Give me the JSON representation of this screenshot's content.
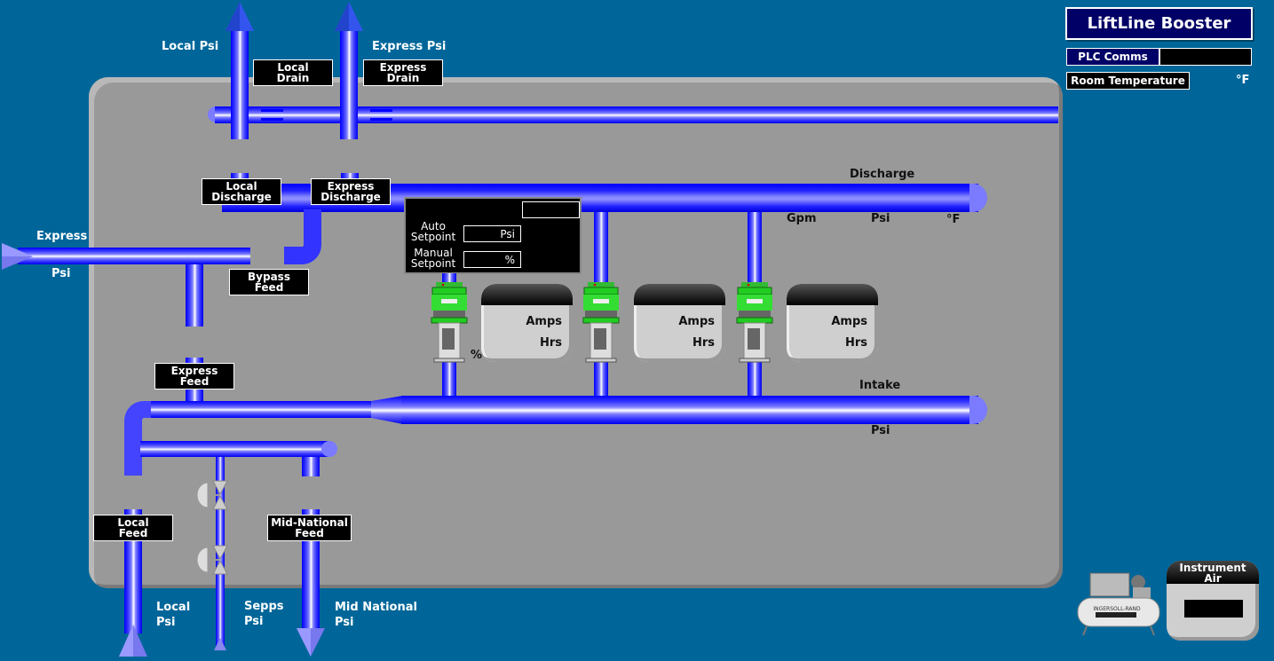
{
  "header": {
    "title": "LiftLine Booster",
    "plc_comms_label": "PLC Comms",
    "plc_comms_value": "",
    "room_temp_label": "Room Temperature",
    "room_temp_unit": "°F"
  },
  "outlets": {
    "local_psi": "Local Psi",
    "express_psi": "Express Psi",
    "express_side_top": "Express",
    "express_side_bottom": "Psi"
  },
  "valves": {
    "local_drain": "Local\nDrain",
    "express_drain": "Express\nDrain",
    "local_discharge": "Local\nDischarge",
    "express_discharge": "Express\nDischarge",
    "bypass_feed": "Bypass\nFeed",
    "express_feed": "Express\nFeed",
    "local_feed": "Local\nFeed",
    "mid_national_feed": "Mid-National\nFeed"
  },
  "discharge": {
    "title": "Discharge",
    "gpm": "Gpm",
    "psi": "Psi",
    "temp": "°F"
  },
  "intake": {
    "title": "Intake",
    "psi": "Psi"
  },
  "control": {
    "mode_value": "",
    "auto_label": "Auto\nSetpoint",
    "auto_unit": "Psi",
    "manual_label": "Manual\nSetpoint",
    "manual_unit": "%",
    "speed_unit": "%"
  },
  "pumps": [
    {
      "amps": "Amps",
      "hrs": "Hrs",
      "status_color": "#22cc22"
    },
    {
      "amps": "Amps",
      "hrs": "Hrs",
      "status_color": "#22cc22"
    },
    {
      "amps": "Amps",
      "hrs": "Hrs",
      "status_color": "#22cc22"
    }
  ],
  "bottom": {
    "local_psi_1": "Local",
    "local_psi_2": "Psi",
    "sepps_psi_1": "Sepps",
    "sepps_psi_2": "Psi",
    "mid_psi_1": "Mid National",
    "mid_psi_2": "Psi"
  },
  "instrument_air": {
    "title": "Instrument\nAir",
    "compressor_brand": "INGERSOLL-RAND"
  },
  "colors": {
    "background": "#006699",
    "panel": "#999999",
    "pipe": "#0000ff",
    "title_bg": "#000066"
  }
}
